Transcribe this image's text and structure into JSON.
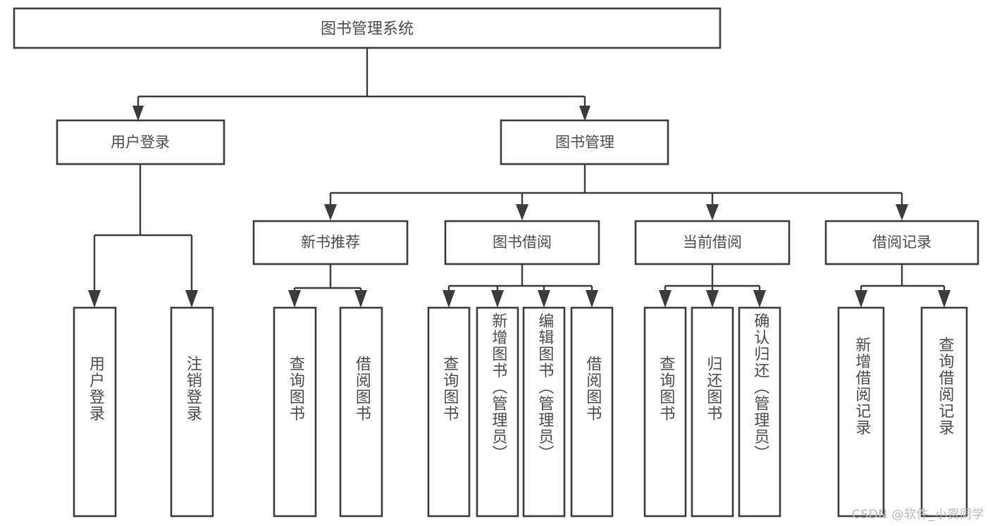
{
  "diagram": {
    "type": "tree-hierarchy-chart",
    "title": "图书管理系统",
    "watermark": "CSDN @软件_小贺同学",
    "colors": {
      "stroke": "#3b3b3b",
      "box_fill": "#ffffff",
      "text": "#4b4b4b",
      "background": "#ffffff",
      "watermark": "#b9b9b9"
    },
    "levels": {
      "root": {
        "label": "图书管理系统"
      },
      "level1": [
        {
          "label": "用户登录"
        },
        {
          "label": "图书管理"
        }
      ],
      "level2": [
        {
          "label": "新书推荐"
        },
        {
          "label": "图书借阅"
        },
        {
          "label": "当前借阅"
        },
        {
          "label": "借阅记录"
        }
      ],
      "leaves": [
        {
          "label": "用户登录",
          "parent": "用户登录"
        },
        {
          "label": "注销登录",
          "parent": "用户登录"
        },
        {
          "label": "查询图书",
          "parent": "新书推荐"
        },
        {
          "label": "借阅图书",
          "parent": "新书推荐"
        },
        {
          "label": "查询图书",
          "parent": "图书借阅"
        },
        {
          "label": "新增图书（管理员）",
          "parent": "图书借阅"
        },
        {
          "label": "编辑图书（管理员）",
          "parent": "图书借阅"
        },
        {
          "label": "借阅图书",
          "parent": "图书借阅"
        },
        {
          "label": "查询图书",
          "parent": "当前借阅"
        },
        {
          "label": "归还图书",
          "parent": "当前借阅"
        },
        {
          "label": "确认归还（管理员）",
          "parent": "当前借阅"
        },
        {
          "label": "新增借阅记录",
          "parent": "借阅记录"
        },
        {
          "label": "查询借阅记录",
          "parent": "借阅记录"
        }
      ]
    }
  }
}
